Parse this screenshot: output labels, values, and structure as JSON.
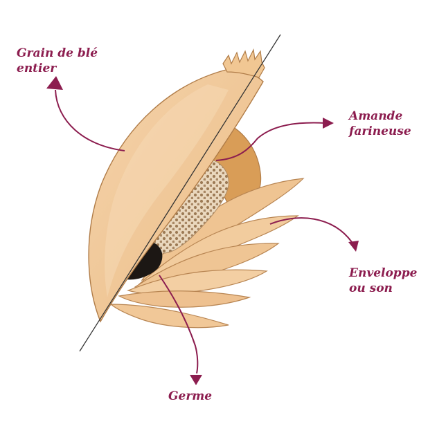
{
  "labels": {
    "grain": "Grain de blé\nentier",
    "amande": "Amande\nfarineuse",
    "enveloppe": "Enveloppe\nou son",
    "germe": "Germe"
  },
  "colors": {
    "label": "#8c1d4f",
    "arrow": "#8c1d4f",
    "grain_fill": "#f0c89a",
    "grain_shade": "#e2ad74",
    "grain_edge": "#b07c48",
    "endosperm_fill": "#e9d6bb",
    "endosperm_dots": "#9c7a55",
    "germ_fill": "#1c1714",
    "inner_core": "#d89a52",
    "cut_line": "#333333"
  }
}
